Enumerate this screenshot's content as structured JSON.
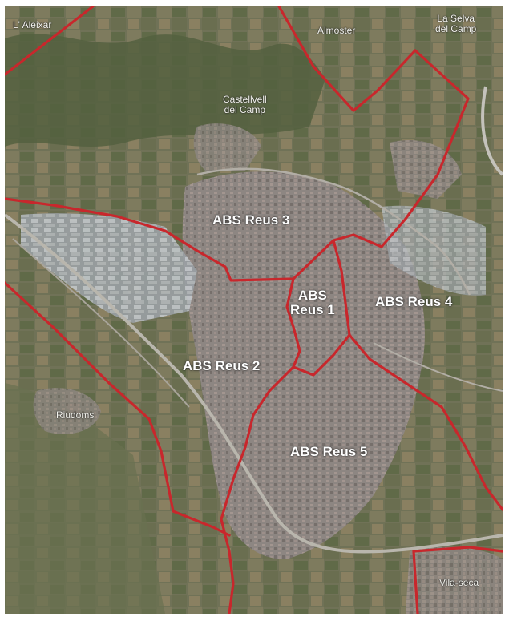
{
  "map": {
    "towns": [
      {
        "id": "laleixar",
        "label": "L' Aleixar"
      },
      {
        "id": "almoster",
        "label": "Almoster"
      },
      {
        "id": "laselva",
        "label": "La Selva\ndel Camp"
      },
      {
        "id": "castellvell",
        "label": "Castellvell\ndel Camp"
      },
      {
        "id": "riudoms",
        "label": "Riudoms"
      },
      {
        "id": "vilaseca",
        "label": "Vila-seca"
      }
    ],
    "zones": [
      {
        "id": "reus1",
        "label": "ABS\nReus 1"
      },
      {
        "id": "reus2",
        "label": "ABS Reus 2"
      },
      {
        "id": "reus3",
        "label": "ABS Reus 3"
      },
      {
        "id": "reus4",
        "label": "ABS Reus 4"
      },
      {
        "id": "reus5",
        "label": "ABS Reus 5"
      }
    ],
    "colors": {
      "boundary": "#c8272c",
      "urban": "#8f8a86",
      "fields": "#6f7058",
      "vegetation": "#4e5a3a"
    }
  }
}
